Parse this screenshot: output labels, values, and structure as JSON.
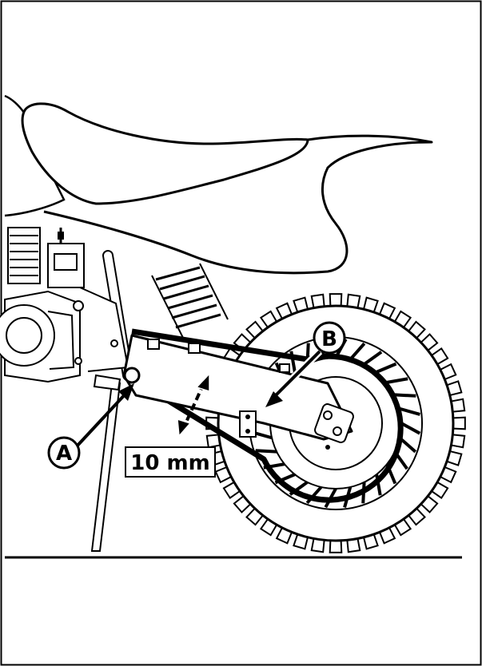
{
  "callouts": {
    "a": "A",
    "b": "B"
  },
  "measurement": {
    "label": "10 mm"
  },
  "colors": {
    "line": "#000000",
    "background": "#ffffff"
  }
}
